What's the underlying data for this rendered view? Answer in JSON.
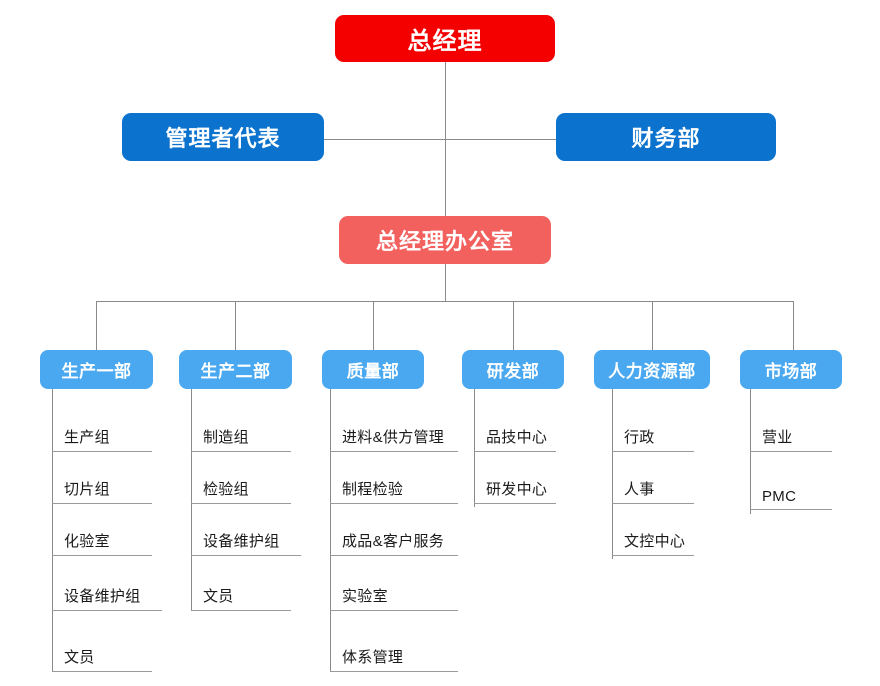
{
  "diagram": {
    "title_text": "总经理",
    "type": "organization-chart",
    "colors": {
      "ceo_bg": "#f40000",
      "level2_bg": "#0b72ce",
      "office_bg": "#f2615e",
      "dept_bg": "#4aa8f0",
      "line": "#8a8a8a",
      "sub_text": "#1a1a1a",
      "sub_rule": "#9a9a9a",
      "page_bg": "#ffffff"
    },
    "ceo": {
      "label": "总经理"
    },
    "level2": [
      {
        "label": "管理者代表",
        "side": "left"
      },
      {
        "label": "财务部",
        "side": "right"
      }
    ],
    "office": {
      "label": "总经理办公室"
    },
    "departments": [
      {
        "label": "生产一部",
        "children": [
          "生产组",
          "切片组",
          "化验室",
          "设备维护组",
          "文员"
        ]
      },
      {
        "label": "生产二部",
        "children": [
          "制造组",
          "检验组",
          "设备维护组",
          "文员"
        ]
      },
      {
        "label": "质量部",
        "children": [
          "进料&供方管理",
          "制程检验",
          "成品&客户服务",
          "实验室",
          "体系管理"
        ]
      },
      {
        "label": "研发部",
        "children": [
          "品技中心",
          "研发中心"
        ]
      },
      {
        "label": "人力资源部",
        "children": [
          "行政",
          "人事",
          "文控中心"
        ]
      },
      {
        "label": "市场部",
        "children": [
          "营业",
          "PMC"
        ]
      }
    ]
  }
}
